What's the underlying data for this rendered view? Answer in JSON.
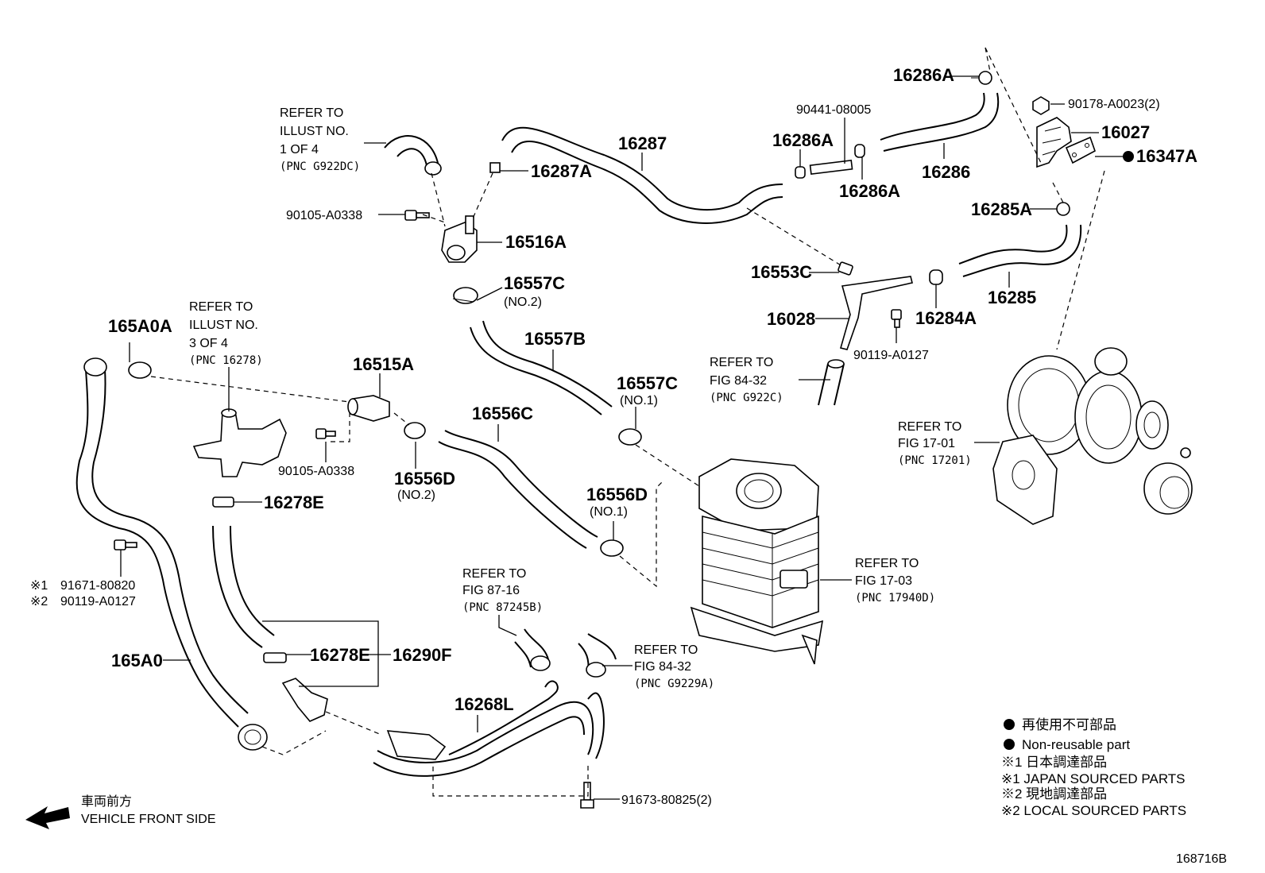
{
  "parts": {
    "p16286A_top": "16286A",
    "p90178": "90178-A0023(2)",
    "p16027": "16027",
    "p16347A": "16347A",
    "p90441": "90441-08005",
    "p16286A_mid": "16286A",
    "p16286": "16286",
    "p16286A_low": "16286A",
    "p16287": "16287",
    "p16287A": "16287A",
    "p90105_top": "90105-A0338",
    "p16516A": "16516A",
    "p16557C_top": "16557C",
    "p16557C_top_no": "(NO.2)",
    "p16285A": "16285A",
    "p16553C": "16553C",
    "p16028": "16028",
    "p16284A": "16284A",
    "p16285": "16285",
    "p90119_mid": "90119-A0127",
    "p165A0A": "165A0A",
    "p16515A": "16515A",
    "p16557B": "16557B",
    "p16557C_mid": "16557C",
    "p16557C_mid_no": "(NO.1)",
    "p16556C": "16556C",
    "p90105_mid": "90105-A0338",
    "p16556D_left": "16556D",
    "p16556D_left_no": "(NO.2)",
    "p16278E_top": "16278E",
    "p16556D_right": "16556D",
    "p16556D_right_no": "(NO.1)",
    "p91671_prefix": "※1",
    "p91671": "91671-80820",
    "p90119_low_prefix": "※2",
    "p90119_low": "90119-A0127",
    "p165A0": "165A0",
    "p16278E_low": "16278E",
    "p16290F": "16290F",
    "p16268L": "16268L",
    "p91673": "91673-80825(2)",
    "diagram_id": "168716B"
  },
  "refs": {
    "r1": [
      "REFER TO",
      "ILLUST NO.",
      "1 OF 4",
      "(PNC G922DC)"
    ],
    "r2": [
      "REFER TO",
      "ILLUST NO.",
      "3 OF 4",
      "(PNC 16278)"
    ],
    "r3": [
      "REFER TO",
      "FIG 84-32",
      "(PNC G922C)"
    ],
    "r4": [
      "REFER TO",
      "FIG 17-01",
      "(PNC 17201)"
    ],
    "r5": [
      "REFER TO",
      "FIG 17-03",
      "(PNC 17940D)"
    ],
    "r6": [
      "REFER TO",
      "FIG 87-16",
      "(PNC 87245B)"
    ],
    "r7": [
      "REFER TO",
      "FIG 84-32",
      "(PNC G9229A)"
    ]
  },
  "legend": {
    "nonreuse_jp": "再使用不可部品",
    "nonreuse_en": "Non-reusable part",
    "m1_jp": "※1  日本調達部品",
    "m1_en": "※1  JAPAN SOURCED PARTS",
    "m2_jp": "※2  現地調達部品",
    "m2_en": "※2  LOCAL SOURCED PARTS"
  },
  "front": {
    "jp": "車両前方",
    "en": "VEHICLE FRONT SIDE"
  }
}
